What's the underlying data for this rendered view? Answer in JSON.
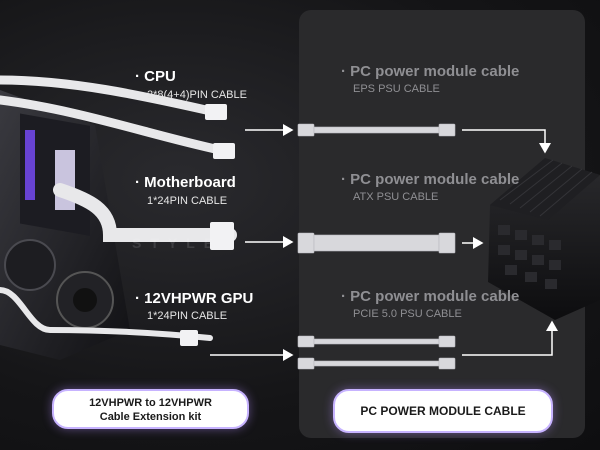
{
  "left_labels": {
    "cpu": {
      "title": "· CPU",
      "subtitle": "2*8(4+4)PIN CABLE"
    },
    "motherboard": {
      "title": "· Motherboard",
      "subtitle": "1*24PIN CABLE"
    },
    "gpu": {
      "title": "· 12VHPWR GPU",
      "subtitle": "1*24PIN CABLE"
    }
  },
  "right_labels": {
    "eps": {
      "title": "· PC power module cable",
      "subtitle": "EPS PSU CABLE"
    },
    "atx": {
      "title": "· PC power module cable",
      "subtitle": "ATX PSU CABLE"
    },
    "pcie": {
      "title": "· PC power module cable",
      "subtitle": "PCIE 5.0 PSU CABLE"
    }
  },
  "buttons": {
    "left_line1": "12VHPWR to 12VHPWR",
    "left_line2": "Cable Extension kit",
    "right": "PC POWER MODULE CABLE"
  },
  "watermark": "STYLE",
  "colors": {
    "accent_glow": "#c7b3ff",
    "panel": "#2a2a2c",
    "cable": "#e8e8ea",
    "muted_text": "#8f8f93"
  },
  "icons": [
    "pc-case-image",
    "psu-image",
    "arrow-icon",
    "cable-image"
  ]
}
